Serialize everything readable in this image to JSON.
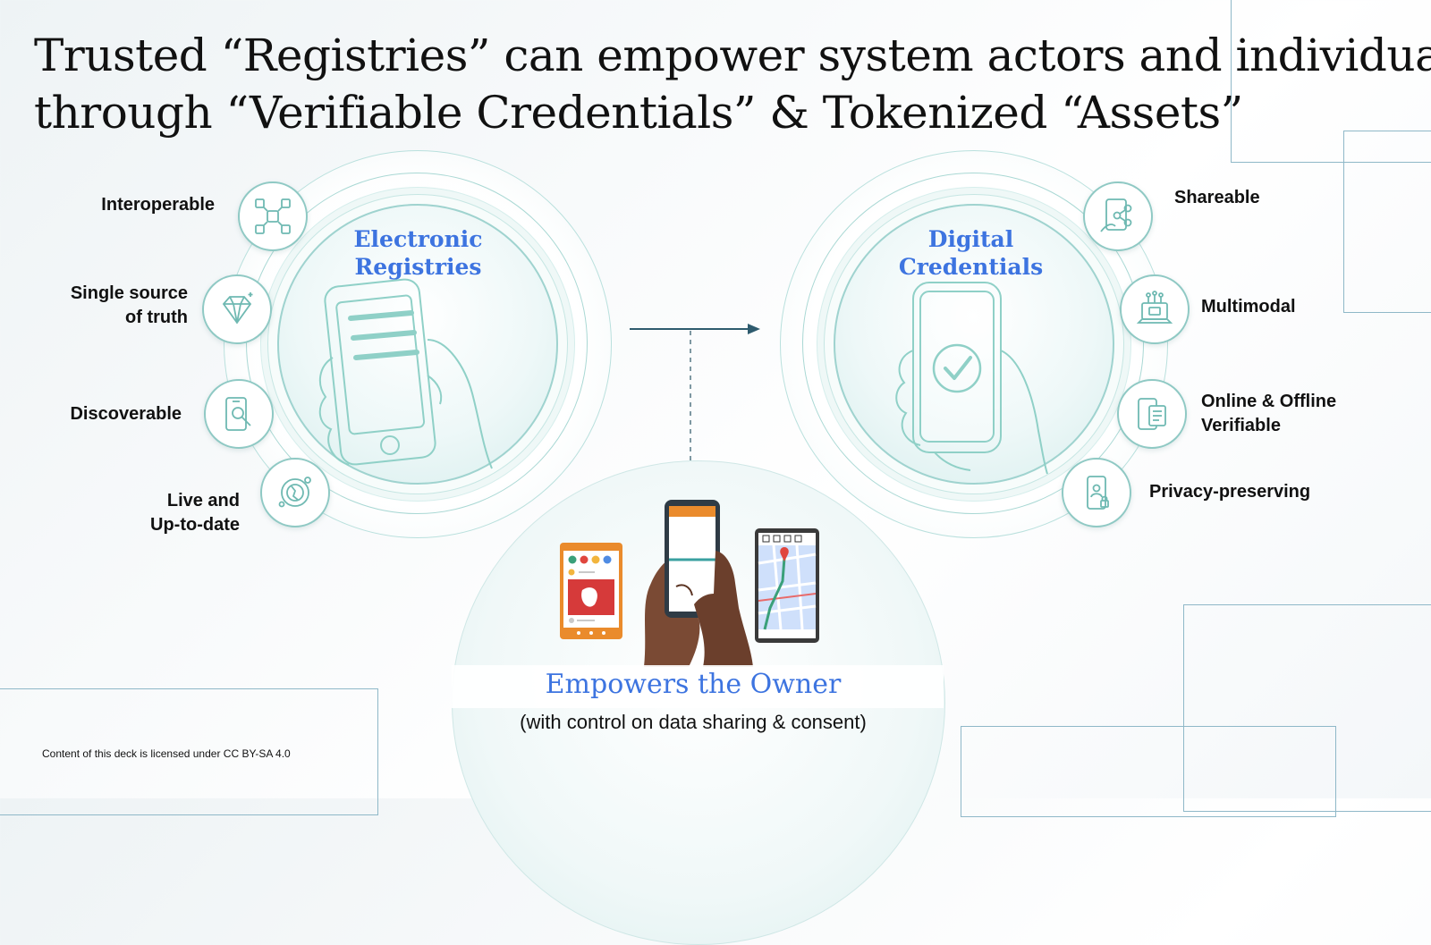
{
  "title": {
    "line1": "Trusted “Registries” can empower system actors and individuals",
    "line2": "through “Verifiable Credentials” & Tokenized “Assets”"
  },
  "left_circle": {
    "label_line1": "Electronic",
    "label_line2": "Registries",
    "features": [
      {
        "label_line1": "Interoperable",
        "label_line2": "",
        "icon": "network-cube-icon"
      },
      {
        "label_line1": "Single source",
        "label_line2": "of truth",
        "icon": "diamond-icon"
      },
      {
        "label_line1": "Discoverable",
        "label_line2": "",
        "icon": "phone-search-icon"
      },
      {
        "label_line1": "Live and",
        "label_line2": "Up-to-date",
        "icon": "globe-orbit-icon"
      }
    ]
  },
  "right_circle": {
    "label_line1": "Digital",
    "label_line2": "Credentials",
    "features": [
      {
        "label_line1": "Shareable",
        "label_line2": "",
        "icon": "share-hand-icon"
      },
      {
        "label_line1": "Multimodal",
        "label_line2": "",
        "icon": "laptop-nodes-icon"
      },
      {
        "label_line1": "Online & Offline",
        "label_line2": "Verifiable",
        "icon": "device-document-icon"
      },
      {
        "label_line1": "Privacy-preserving",
        "label_line2": "",
        "icon": "phone-lock-icon"
      }
    ]
  },
  "owner": {
    "title": "Empowers the Owner",
    "subtitle": "(with control on data sharing & consent)"
  },
  "license": "Content of this deck is licensed under CC BY-SA 4.0",
  "colors": {
    "accent_blue": "#3d74e0",
    "teal_line": "#8fc9c4",
    "arrow": "#2e5b6e",
    "phone_orange": "#e98a2b",
    "skin_dark": "#7a4a34"
  }
}
